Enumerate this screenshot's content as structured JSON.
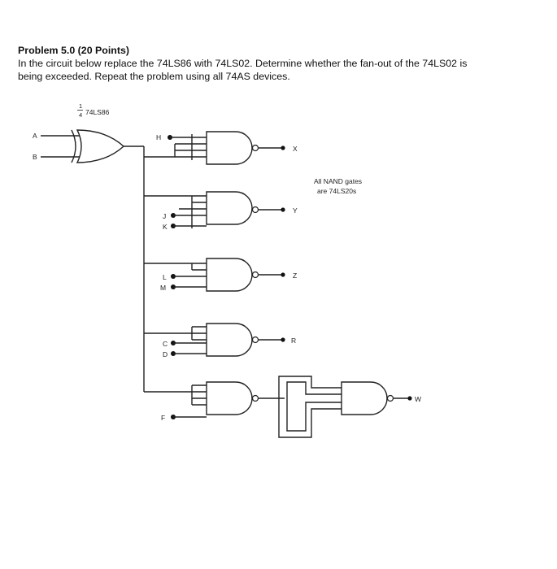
{
  "problem": {
    "title": "Problem 5.0 (20 Points)",
    "line1": "In the circuit below replace the 74LS86 with 74LS02. Determine whether the fan-out of the 74LS02 is",
    "line2": "being exceeded. Repeat the problem using all 74AS devices."
  },
  "circuit": {
    "xor_fraction_num": "1",
    "xor_fraction_den": "4",
    "xor_label": "74LS86",
    "inputs": {
      "a": "A",
      "b": "B",
      "h": "H",
      "j": "J",
      "k": "K",
      "l": "L",
      "m": "M",
      "c": "C",
      "d": "D",
      "f": "F"
    },
    "outputs": {
      "x": "X",
      "y": "Y",
      "z": "Z",
      "r": "R",
      "w": "W"
    },
    "note_line1": "All NAND gates",
    "note_line2": "are 74LS20s"
  }
}
